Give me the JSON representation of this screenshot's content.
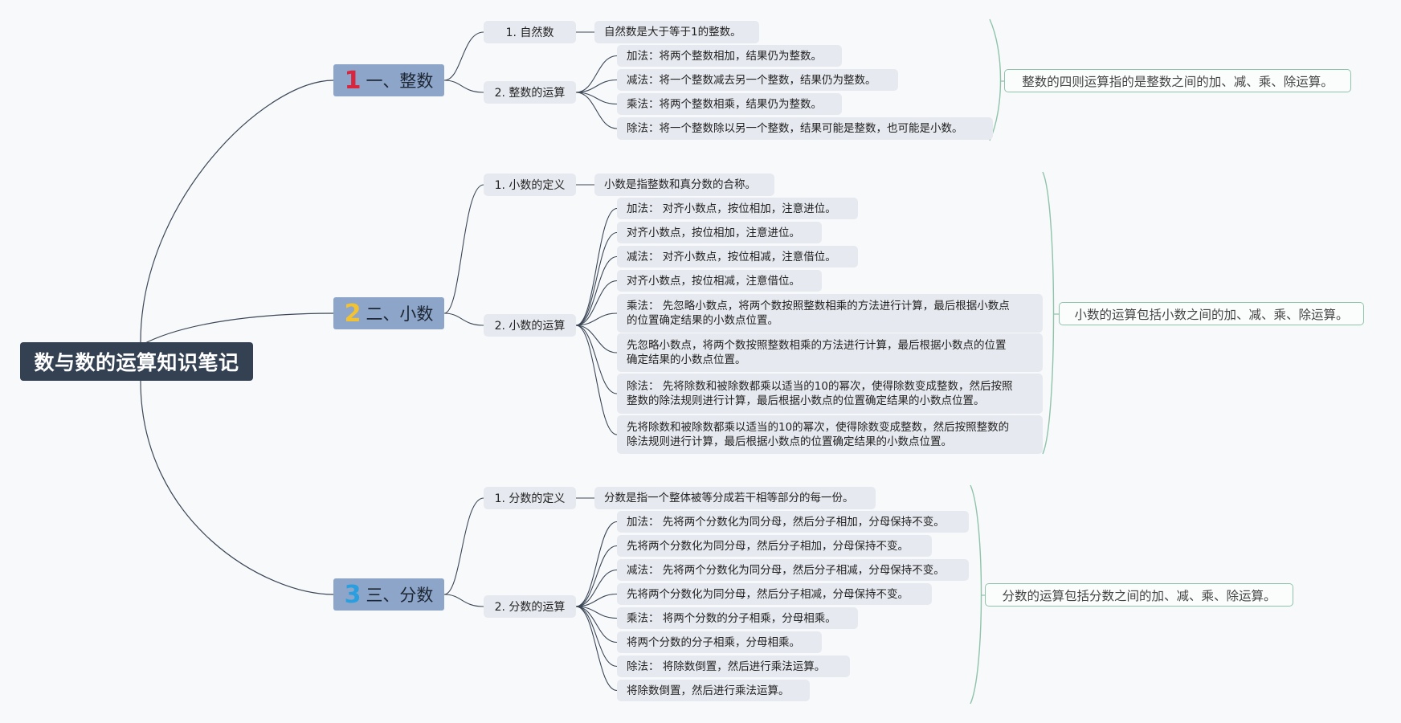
{
  "root": {
    "label": "数与数的运算知识笔记"
  },
  "colors": {
    "root_bg": "#344153",
    "main_bg": "#8ca5c9",
    "leaf_bg": "#e6e9ef",
    "summary_border": "#8fc3aa",
    "num1": "#d7263d",
    "num2": "#f2c230",
    "num3": "#2a9fe0",
    "line": "#3b4756"
  },
  "branches": [
    {
      "num": "1",
      "title": "一、整数",
      "sub1": {
        "label": "1. 自然数",
        "leaf": "自然数是大于等于1的整数。"
      },
      "sub2": {
        "label": "2. 整数的运算",
        "leaves": [
          "加法：将两个整数相加，结果仍为整数。",
          "减法：将一个整数减去另一个整数，结果仍为整数。",
          "乘法：将两个整数相乘，结果仍为整数。",
          "除法：将一个整数除以另一个整数，结果可能是整数，也可能是小数。"
        ]
      },
      "summary": "整数的四则运算指的是整数之间的加、减、乘、除运算。"
    },
    {
      "num": "2",
      "title": "二、小数",
      "sub1": {
        "label": "1. 小数的定义",
        "leaf": "小数是指整数和真分数的合称。"
      },
      "sub2": {
        "label": "2. 小数的运算",
        "leaves": [
          "加法： 对齐小数点，按位相加，注意进位。",
          "对齐小数点，按位相加，注意进位。",
          "减法： 对齐小数点，按位相减，注意借位。",
          "对齐小数点，按位相减，注意借位。",
          "乘法： 先忽略小数点，将两个数按照整数相乘的方法进行计算，最后根据小数点\n的位置确定结果的小数点位置。",
          "先忽略小数点，将两个数按照整数相乘的方法进行计算，最后根据小数点的位置\n确定结果的小数点位置。",
          "除法： 先将除数和被除数都乘以适当的10的幂次，使得除数变成整数，然后按照\n整数的除法规则进行计算，最后根据小数点的位置确定结果的小数点位置。",
          "先将除数和被除数都乘以适当的10的幂次，使得除数变成整数，然后按照整数的\n除法规则进行计算，最后根据小数点的位置确定结果的小数点位置。"
        ]
      },
      "summary": "小数的运算包括小数之间的加、减、乘、除运算。"
    },
    {
      "num": "3",
      "title": "三、分数",
      "sub1": {
        "label": "1. 分数的定义",
        "leaf": "分数是指一个整体被等分成若干相等部分的每一份。"
      },
      "sub2": {
        "label": "2. 分数的运算",
        "leaves": [
          "加法： 先将两个分数化为同分母，然后分子相加，分母保持不变。",
          "先将两个分数化为同分母，然后分子相加，分母保持不变。",
          "减法： 先将两个分数化为同分母，然后分子相减，分母保持不变。",
          "先将两个分数化为同分母，然后分子相减，分母保持不变。",
          "乘法： 将两个分数的分子相乘，分母相乘。",
          "将两个分数的分子相乘，分母相乘。",
          "除法： 将除数倒置，然后进行乘法运算。",
          "将除数倒置，然后进行乘法运算。"
        ]
      },
      "summary": "分数的运算包括分数之间的加、减、乘、除运算。"
    }
  ]
}
